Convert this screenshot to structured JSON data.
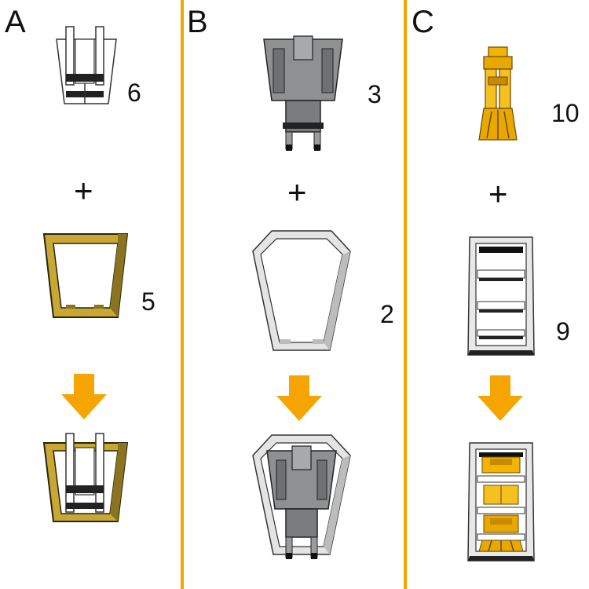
{
  "colors": {
    "accent": "#f5a400",
    "gold": "#c8a832",
    "grey": "#7a7c7e",
    "yellow": "#f2b400"
  },
  "panels": [
    {
      "letter": "A",
      "part_top": "6",
      "part_bottom": "5",
      "plus": "+"
    },
    {
      "letter": "B",
      "part_top": "3",
      "part_bottom": "2",
      "plus": "+"
    },
    {
      "letter": "C",
      "part_top": "10",
      "part_bottom": "9",
      "plus": "+"
    }
  ]
}
